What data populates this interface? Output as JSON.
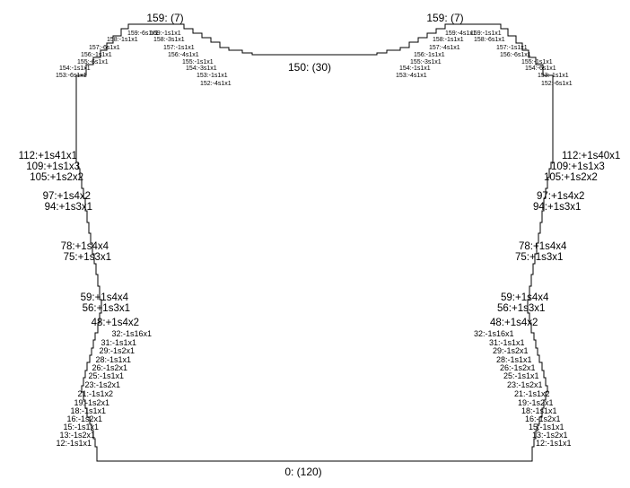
{
  "bottom_label": "0: (120)",
  "neck_label": "150: (30)",
  "top_left_label": "159: (7)",
  "top_right_label": "159: (7)",
  "left_side": [
    "112:+1s41x1",
    "109:+1s1x3",
    "105:+1s2x2",
    "97:+1s4x2",
    "94:+1s3x1",
    "78:+1s4x4",
    "75:+1s3x1",
    "59:+1s4x4",
    "56:+1s3x1",
    "48:+1s4x2",
    "32:-1s16x1",
    "31:-1s1x1",
    "29:-1s2x1",
    "28:-1s1x1",
    "26:-1s2x1",
    "25:-1s1x1",
    "23:-1s2x1",
    "21:-1s1x2",
    "19:-1s2x1",
    "18:-1s1x1",
    "16:-1s2x1",
    "15:-1s1x1",
    "13:-1s2x1",
    "12:-1s1x1"
  ],
  "right_side": [
    "112:+1s40x1",
    "109:+1s1x3",
    "105:+1s2x2",
    "97:+1s4x2",
    "94:+1s3x1",
    "78:+1s4x4",
    "75:+1s3x1",
    "59:+1s4x4",
    "56:+1s3x1",
    "48:+1s4x2",
    "32:-1s16x1",
    "31:-1s1x1",
    "29:-1s2x1",
    "28:-1s1x1",
    "26:-1s2x1",
    "25:-1s1x1",
    "23:-1s2x1",
    "21:-1s1x2",
    "19:-1s2x1",
    "18:-1s1x1",
    "16:-1s2x1",
    "15:-1s1x1",
    "13:-1s2x1",
    "12:-1s1x1"
  ],
  "left_shoulder_outer": [
    "159:-6s1x1",
    "158:-1s1x1",
    "157:-6s1x1",
    "156:-1s1x1",
    "155:-6s1x1",
    "154:-1s1x1",
    "153:-6s1x1"
  ],
  "left_shoulder_inner": [
    "159:-1s1x1",
    "158:-3s1x1",
    "157:-1s1x1",
    "156:-4s1x1",
    "155:-1s1x1",
    "154:-3s1x1",
    "153:-1s1x1",
    "152:-4s1x1"
  ],
  "right_shoulder_inner": [
    "159:-4s1x1",
    "158:-1s1x1",
    "157:-4s1x1",
    "156:-1s1x1",
    "155:-3s1x1",
    "154:-1s1x1",
    "153:-4s1x1"
  ],
  "right_shoulder_outer": [
    "159:-1s1x1",
    "158:-6s1x1",
    "157:-1s1x1",
    "156:-6s1x1",
    "155:-1s1x1",
    "154:-6s1x1",
    "153:-1s1x1",
    "152:-6s1x1"
  ]
}
